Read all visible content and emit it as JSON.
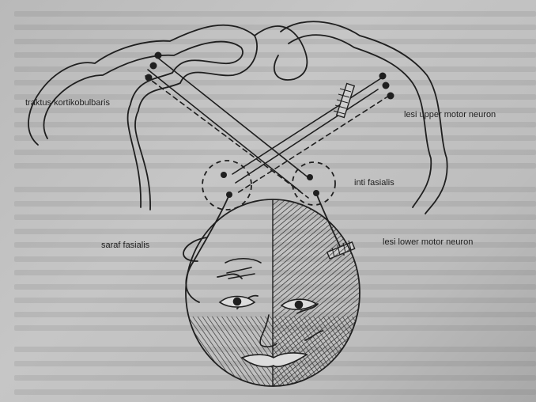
{
  "labels": {
    "tractus": "traktus kortikobulbaris",
    "upper_lesion": "lesi upper motor neuron",
    "facial_nuclei": "inti fasialis",
    "facial_nerve": "saraf fasialis",
    "lower_lesion": "lesi lower motor neuron"
  },
  "colors": {
    "ink": "#1f1f1f",
    "paper": "#c2c2c2"
  }
}
